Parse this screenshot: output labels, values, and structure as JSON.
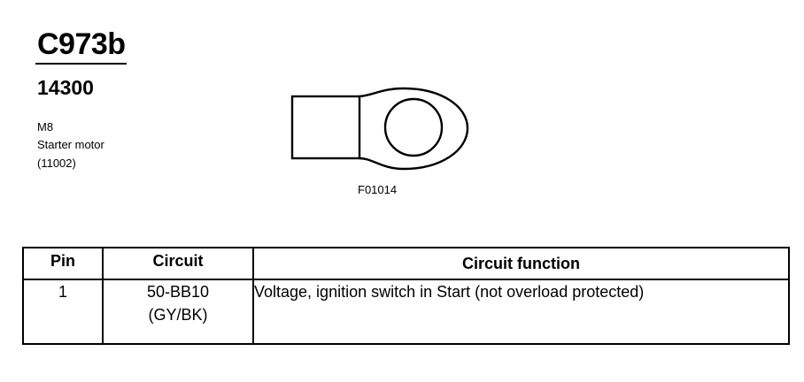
{
  "header": {
    "connector_id": "C973b",
    "part_number": "14300",
    "description_lines": [
      "M8",
      "Starter motor",
      "(11002)"
    ]
  },
  "figure": {
    "icon": "ring-terminal-icon",
    "code": "F01014"
  },
  "pin_table": {
    "columns": [
      "Pin",
      "Circuit",
      "Circuit function"
    ],
    "rows": [
      {
        "pin": "1",
        "circuit": "50-BB10",
        "wire_color": "(GY/BK)",
        "function": "Voltage, ignition switch in Start (not overload protected)"
      }
    ]
  }
}
